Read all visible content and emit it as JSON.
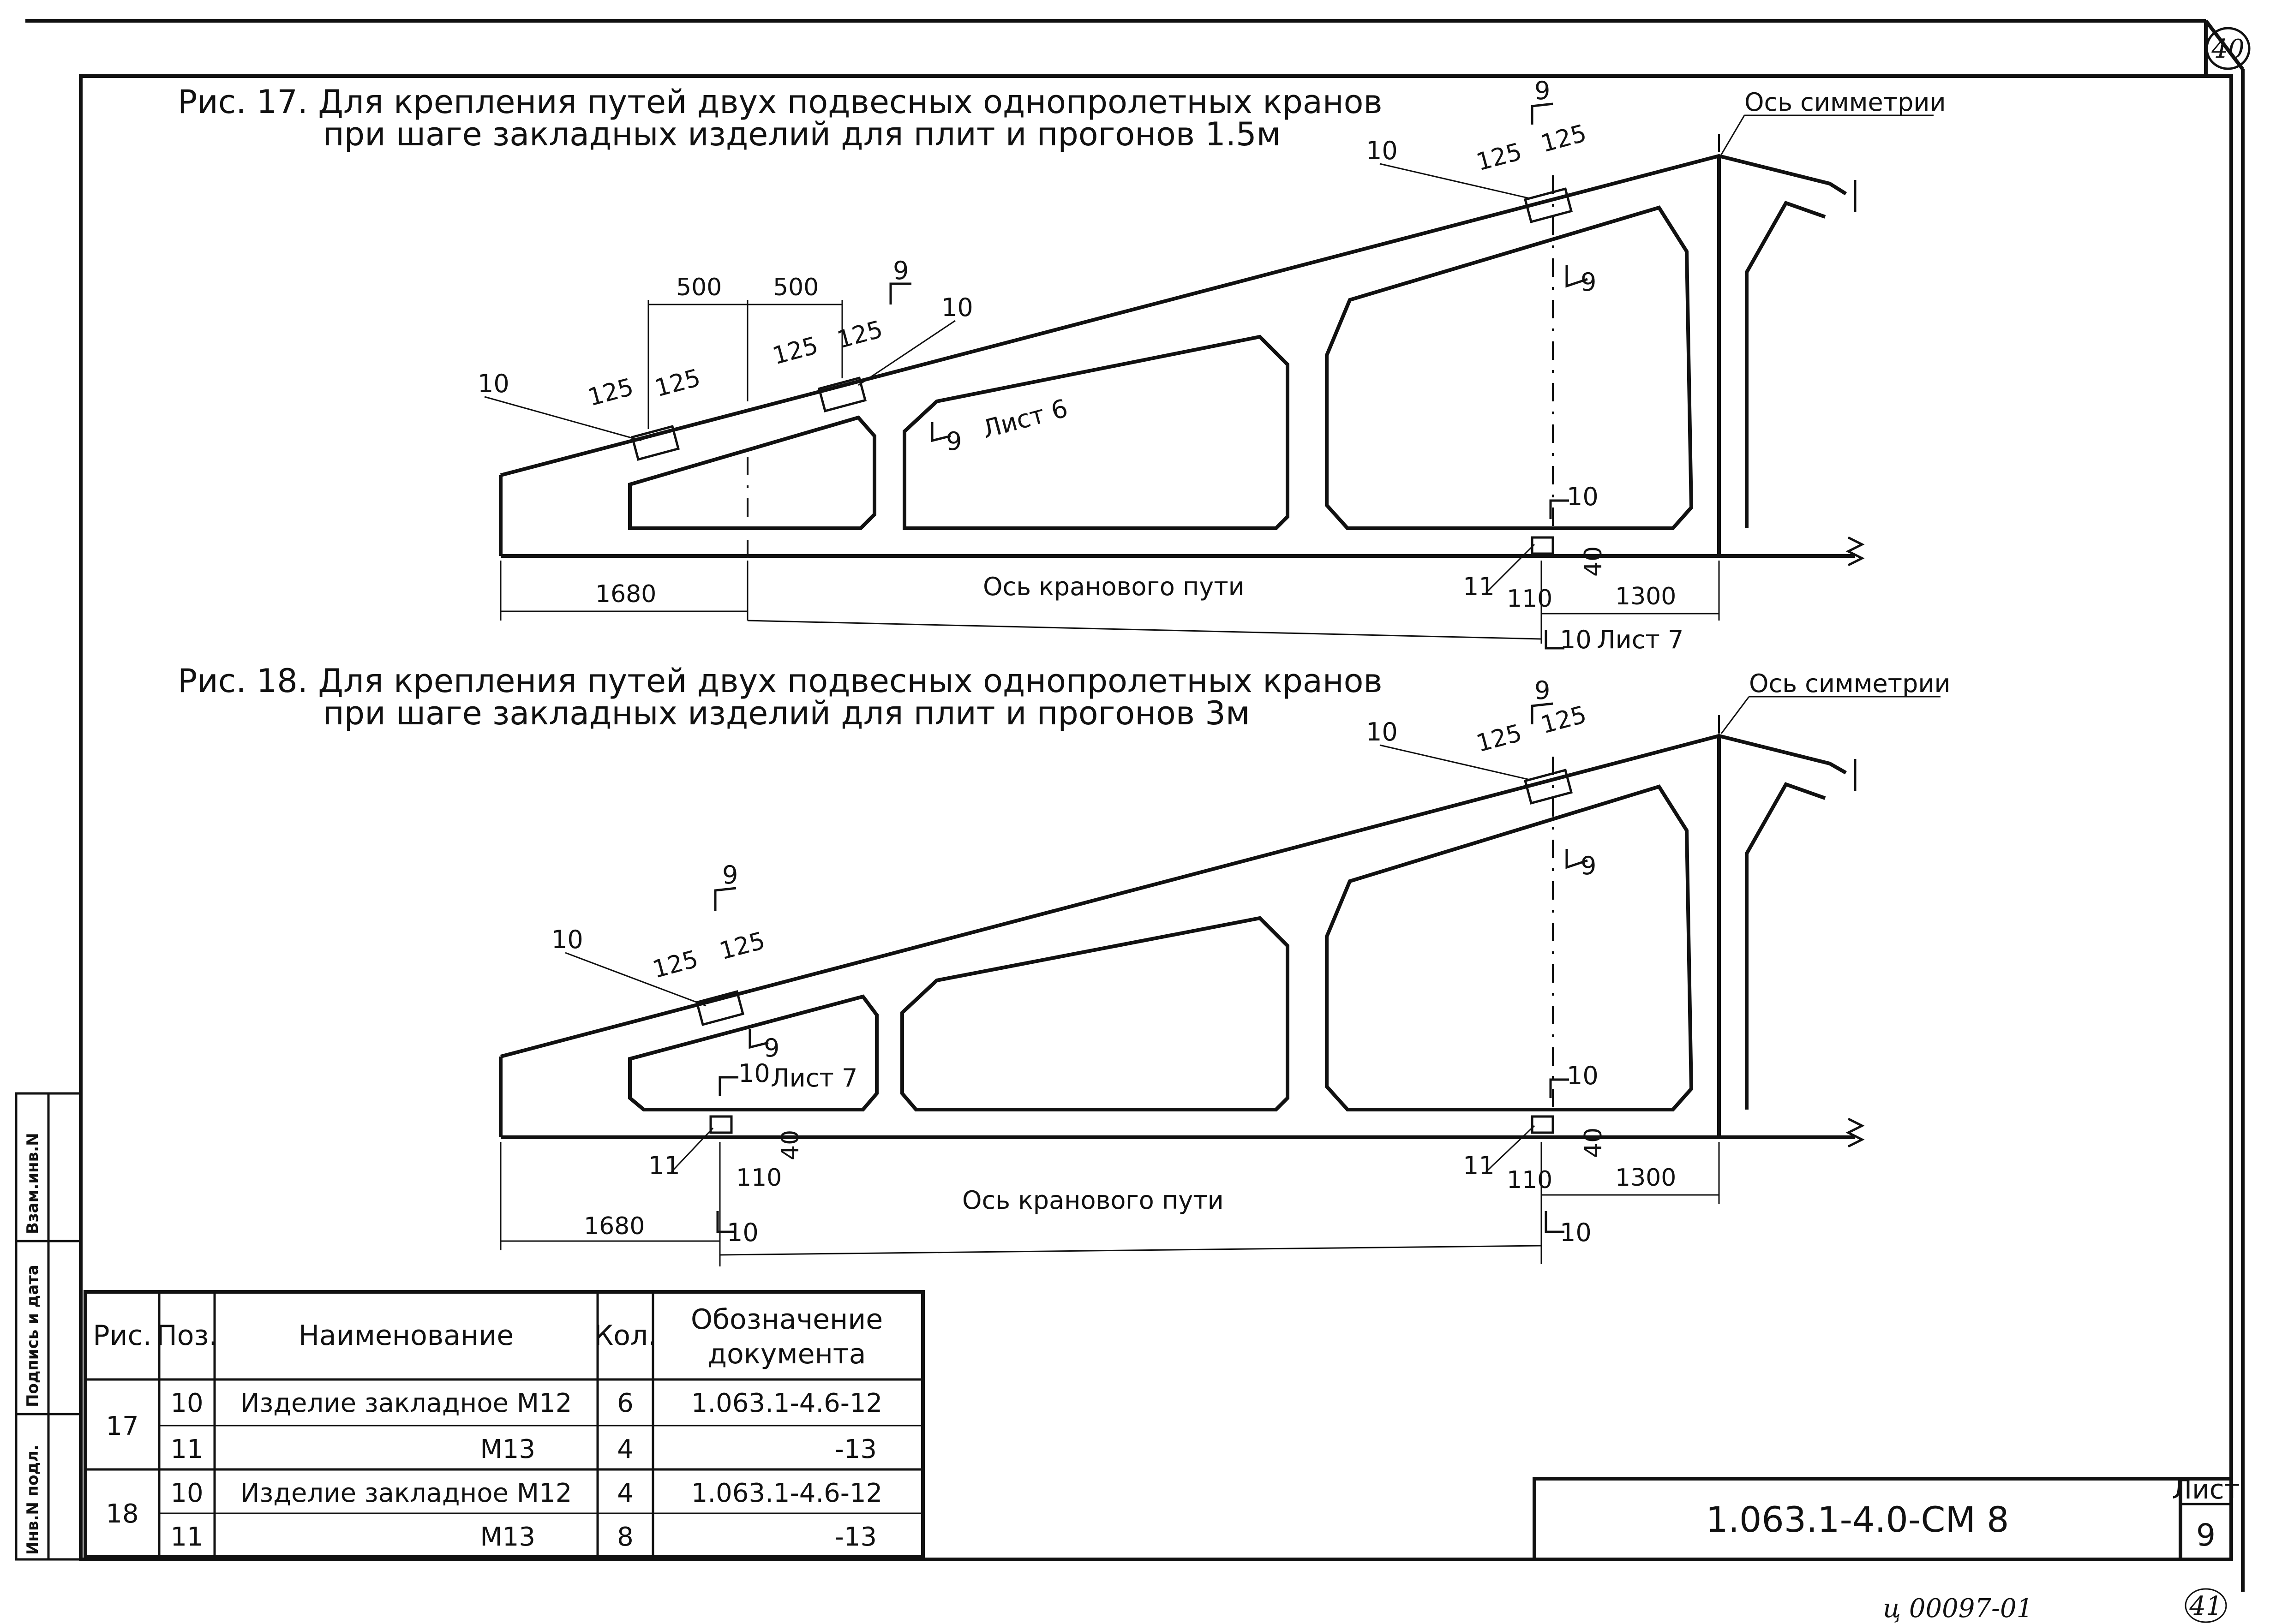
{
  "page_marks": {
    "top_right_number": "40",
    "bottom_right_number": "41",
    "archive_code": "ц 00097-01"
  },
  "fig17": {
    "title_line1": "Рис. 17. Для крепления путей двух подвесных однопролетных кранов",
    "title_line2": "при шаге закладных изделий для плит и прогонов 1.5м",
    "axis_sym": "Ось симметрии",
    "crane_axis": "Ось кранового пути",
    "dims": {
      "d500a": "500",
      "d500b": "500",
      "d125": "125",
      "d1680": "1680",
      "d1300": "1300",
      "d110": "110",
      "d40": "40"
    },
    "marks": {
      "m9": "9",
      "m10": "10",
      "m11": "11"
    },
    "sheet6": "Лист 6",
    "sheet7": "Лист 7"
  },
  "fig18": {
    "title_line1": "Рис. 18. Для крепления путей двух подвесных однопролетных кранов",
    "title_line2": "при шаге закладных изделий для плит и прогонов 3м",
    "axis_sym": "Ось симметрии",
    "crane_axis": "Ось кранового пути",
    "dims": {
      "d125": "125",
      "d1680": "1680",
      "d1300": "1300",
      "d110": "110",
      "d40": "40"
    },
    "marks": {
      "m9": "9",
      "m10": "10",
      "m11": "11"
    },
    "sheet7": "Лист 7"
  },
  "spec_table": {
    "headers": {
      "fig": "Рис.",
      "pos": "Поз.",
      "name": "Наименование",
      "qty": "Кол.",
      "doc_line1": "Обозначение",
      "doc_line2": "документа"
    },
    "rows": [
      {
        "fig": "17",
        "pos": "10",
        "name": "Изделие закладное М12",
        "qty": "6",
        "doc": "1.063.1-4.6-12"
      },
      {
        "fig": "",
        "pos": "11",
        "name": "М13",
        "qty": "4",
        "doc": "-13"
      },
      {
        "fig": "18",
        "pos": "10",
        "name": "Изделие закладное М12",
        "qty": "4",
        "doc": "1.063.1-4.6-12"
      },
      {
        "fig": "",
        "pos": "11",
        "name": "М13",
        "qty": "8",
        "doc": "-13"
      }
    ]
  },
  "title_block": {
    "designation": "1.063.1-4.0-СМ 8",
    "sheet_label": "Лист",
    "sheet_number": "9"
  },
  "side_stamp": {
    "inv_podl": "Инв.N подл.",
    "podpis": "Подпись и дата",
    "vzam_inv": "Взам.инв.N"
  }
}
